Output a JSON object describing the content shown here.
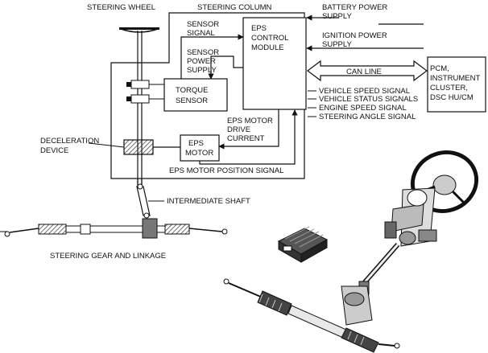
{
  "labels": {
    "steering_wheel": "STEERING WHEEL",
    "steering_column": "STEERING COLUMN",
    "sensor_signal": [
      "SENSOR",
      "SIGNAL"
    ],
    "sensor_power_supply": [
      "SENSOR",
      "POWER",
      "SUPPLY"
    ],
    "eps_control_module": [
      "EPS",
      "CONTROL",
      "MODULE"
    ],
    "torque_sensor": [
      "TORQUE",
      "SENSOR"
    ],
    "battery_power_supply": [
      "BATTERY POWER",
      "SUPPLY"
    ],
    "ignition_power_supply": [
      "IGNITION POWER",
      "SUPPLY"
    ],
    "can_line": "CAN LINE",
    "pcm_box": [
      "PCM,",
      "INSTRUMENT",
      "CLUSTER,",
      "DSC HU/CM"
    ],
    "vehicle_speed_signal": "VEHICLE SPEED SIGNAL",
    "vehicle_status_signals": "VEHICLE STATUS SIGNALS",
    "engine_speed_signal": "ENGINE SPEED SIGNAL",
    "steering_angle_signal": "STEERING ANGLE SIGNAL",
    "eps_motor_drive_current": [
      "EPS MOTOR",
      "DRIVE",
      "CURRENT"
    ],
    "deceleration_device": [
      "DECELERATION",
      "DEVICE"
    ],
    "eps_motor": [
      "EPS",
      "MOTOR"
    ],
    "eps_motor_position_signal": "EPS MOTOR POSITION SIGNAL",
    "intermediate_shaft": "INTERMEDIATE SHAFT",
    "steering_gear_and_linkage": "STEERING GEAR AND LINKAGE"
  },
  "colors": {
    "line": "#111111",
    "background": "#ffffff",
    "gear_shading": "#666666",
    "module_fill": "#444444"
  }
}
